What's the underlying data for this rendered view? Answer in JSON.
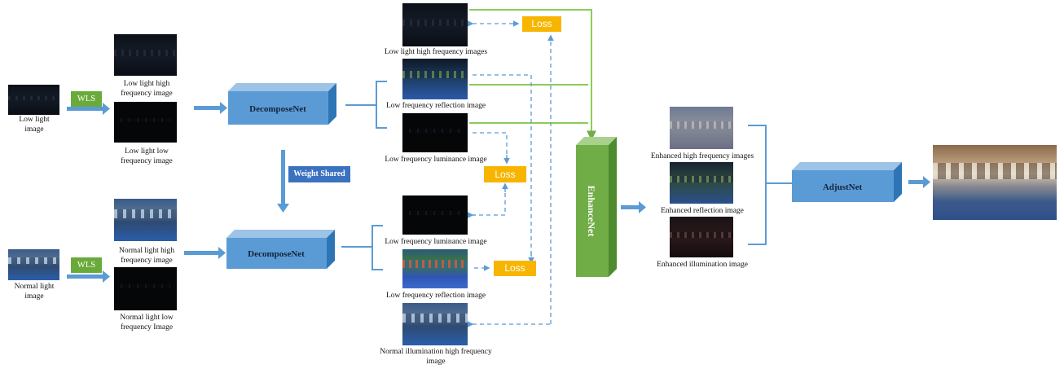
{
  "inputs": {
    "low_light": "Low light\nimage",
    "normal_light": "Normal light\nimage"
  },
  "wls": {
    "top": "WLS",
    "bottom": "WLS"
  },
  "decomposed_low": {
    "high": "Low light high\nfrequency image",
    "low": "Low light low\nfrequency image"
  },
  "decomposed_normal": {
    "high": "Normal light high\nfrequency image",
    "low": "Normal light low\nfrequency Image"
  },
  "nets": {
    "decompose_top": "DecomposeNet",
    "decompose_bottom": "DecomposeNet",
    "weight_shared": "Weight Shared",
    "enhance": "EnhanceNet",
    "adjust": "AdjustNet"
  },
  "outputs_top": {
    "high": "Low light  high frequency images",
    "reflection": "Low frequency reflection image",
    "luminance": "Low frequency luminance image"
  },
  "outputs_bottom": {
    "luminance": "Low frequency luminance image",
    "reflection": "Low frequency reflection image",
    "high": "Normal illumination high frequency\nimage"
  },
  "losses": {
    "a": "Loss",
    "b": "Loss",
    "c": "Loss"
  },
  "enhanced": {
    "high": "Enhanced high frequency images",
    "reflection": "Enhanced reflection image",
    "illumination": "Enhanced illumination image"
  },
  "colors": {
    "net_blue": "#5b9bd5",
    "arrow_blue": "#5b9bd5",
    "green": "#70ad47",
    "loss_yellow": "#f7b500"
  }
}
